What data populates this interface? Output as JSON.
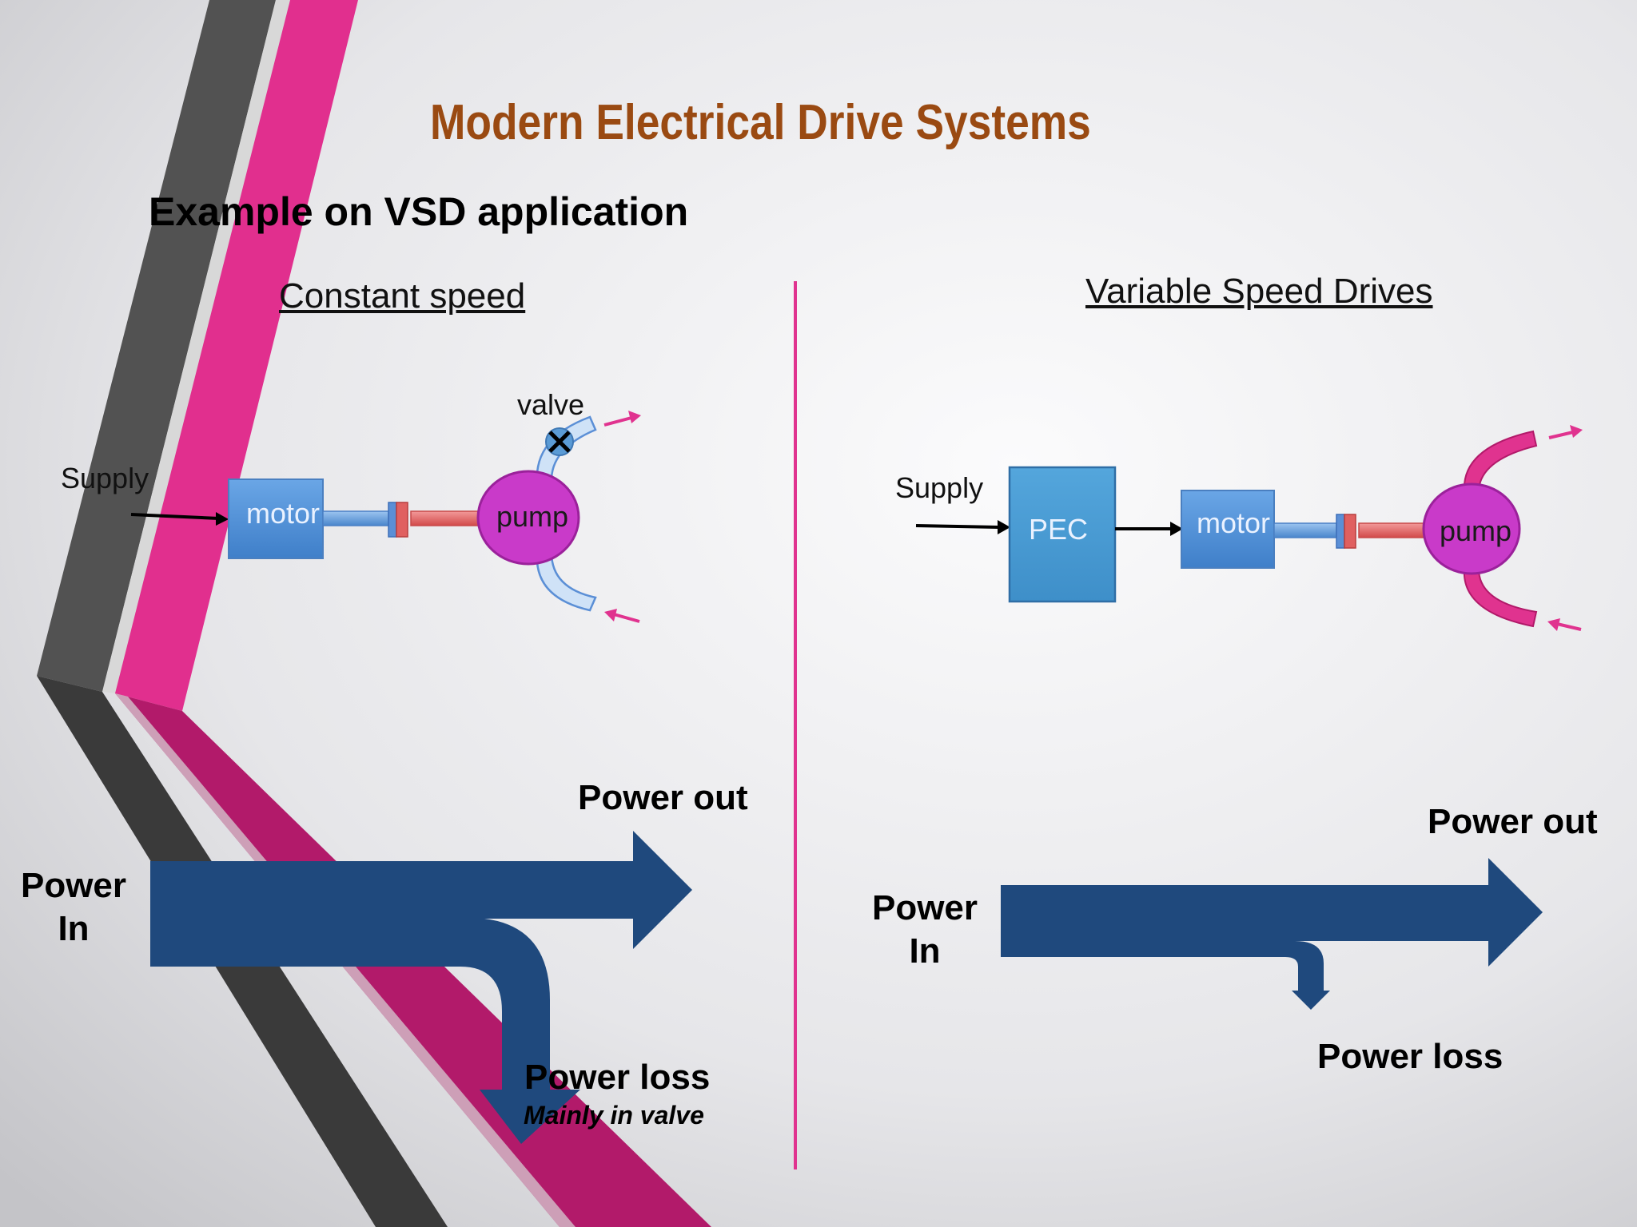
{
  "slide": {
    "title": "Modern Electrical Drive Systems",
    "subtitle": "Example on VSD application"
  },
  "left_panel": {
    "heading": "Constant speed",
    "supply_label": "Supply",
    "motor_label": "motor",
    "pump_label": "pump",
    "valve_label": "valve",
    "power_in_line1": "Power",
    "power_in_line2": "In",
    "power_out": "Power out",
    "power_loss": "Power loss",
    "power_loss_note": "Mainly in valve"
  },
  "right_panel": {
    "heading": "Variable Speed Drives",
    "supply_label": "Supply",
    "pec_label": "PEC",
    "motor_label": "motor",
    "pump_label": "pump",
    "power_in_line1": "Power",
    "power_in_line2": "In",
    "power_out": "Power out",
    "power_loss": "Power loss"
  },
  "colors": {
    "title": "#9a4a12",
    "flow_arrow": "#1f497d",
    "accent_pink": "#e0338f",
    "stripe_dark": "#505050",
    "motor_box": "#5b9bd5",
    "pump": "#c93ac9",
    "shaft_red": "#e06060"
  },
  "icons": [
    "valve-closed-icon",
    "flow-arrow-icon"
  ]
}
